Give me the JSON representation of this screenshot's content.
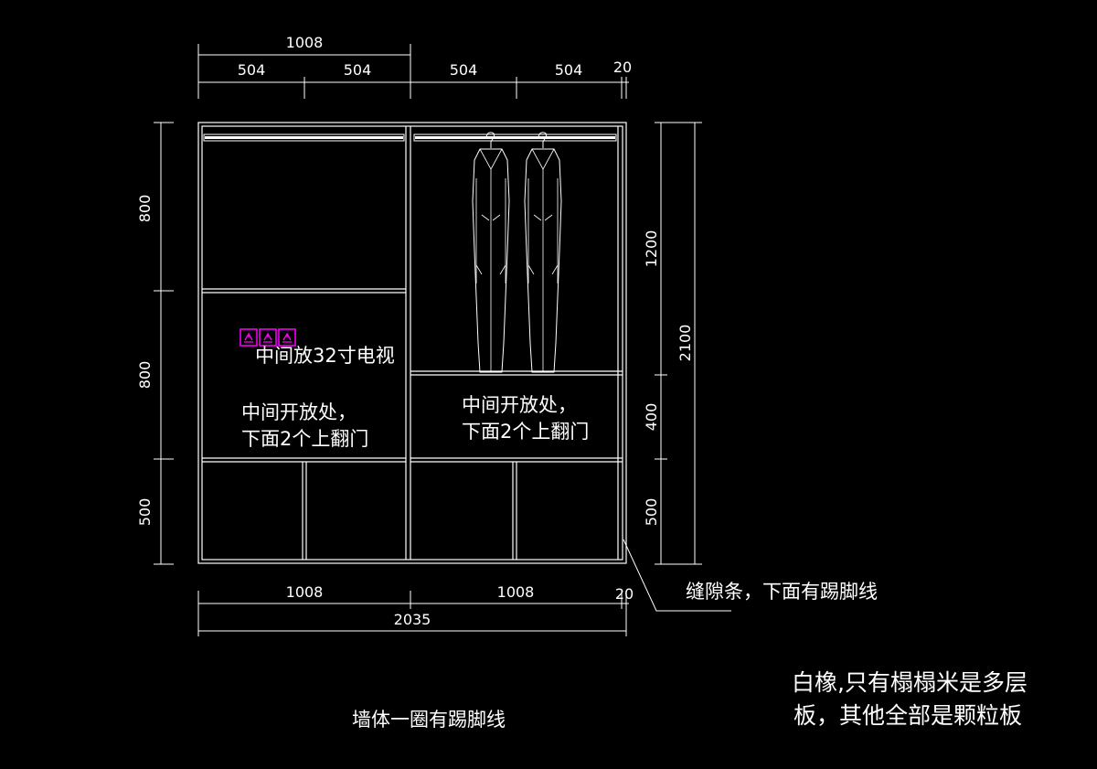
{
  "colors": {
    "background": "#000000",
    "line": "#ffffff",
    "accent": "#ff00ff"
  },
  "dimensions": {
    "top_total": "1008",
    "top_segments": [
      "504",
      "504",
      "504",
      "504",
      "20"
    ],
    "left_heights": [
      "800",
      "800",
      "500"
    ],
    "right_heights": [
      "1200",
      "400",
      "500"
    ],
    "right_total": "2100",
    "bottom_segments": [
      "1008",
      "1008",
      "20"
    ],
    "bottom_total": "2035"
  },
  "labels": {
    "tv": "中间放32寸电视",
    "left_open_line1": "中间开放处，",
    "left_open_line2": "下面2个上翻门",
    "right_open_line1": "中间开放处，",
    "right_open_line2": "下面2个上翻门",
    "gap_strip": "缝隙条，下面有踢脚线",
    "wall_note": "墙体一圈有踢脚线",
    "material_line1": "白橡,只有榻榻米是多层",
    "material_line2": "板，其他全部是颗粒板"
  },
  "icons": [
    "socket-icon",
    "socket-icon",
    "socket-icon",
    "hanging-coat-icon",
    "hanging-coat-icon"
  ]
}
